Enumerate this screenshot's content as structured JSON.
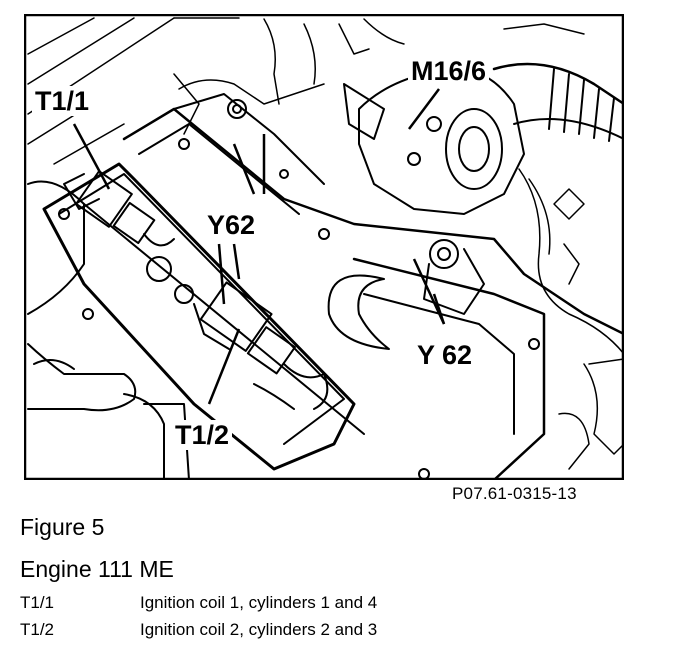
{
  "figure": {
    "reference_code": "P07.61-0315-13",
    "callouts": {
      "t1_1": "T1/1",
      "m16_6": "M16/6",
      "y62_upper": "Y62",
      "y62_lower": "Y 62",
      "t1_2": "T1/2"
    }
  },
  "caption": {
    "title": "Figure 5",
    "subtitle": "Engine 111 ME"
  },
  "legend": [
    {
      "code": "T1/1",
      "description": "Ignition coil 1, cylinders 1 and 4"
    },
    {
      "code": "T1/2",
      "description": "Ignition coil 2, cylinders 2 and 3"
    }
  ]
}
